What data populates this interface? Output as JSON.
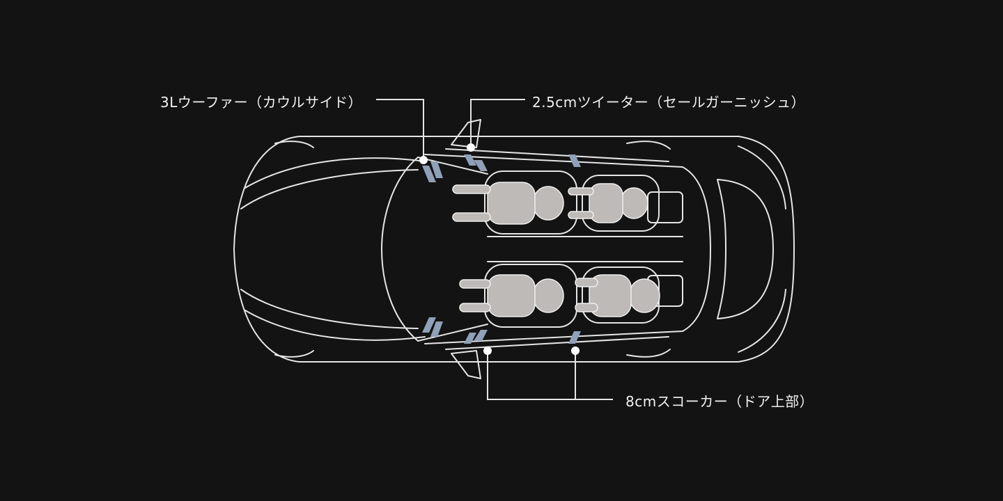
{
  "labels": {
    "woofer": "3Lウーファー（カウルサイド）",
    "tweeter": "2.5cmツイーター（セールガーニッシュ）",
    "door_speaker": "8cmスコーカー（ドア上部）"
  },
  "colors": {
    "background": "#131313",
    "outline": "#e6e6e6",
    "speaker": "#8fa0b8",
    "occupant": "#bdbab7",
    "leader": "#e6e6e6"
  }
}
